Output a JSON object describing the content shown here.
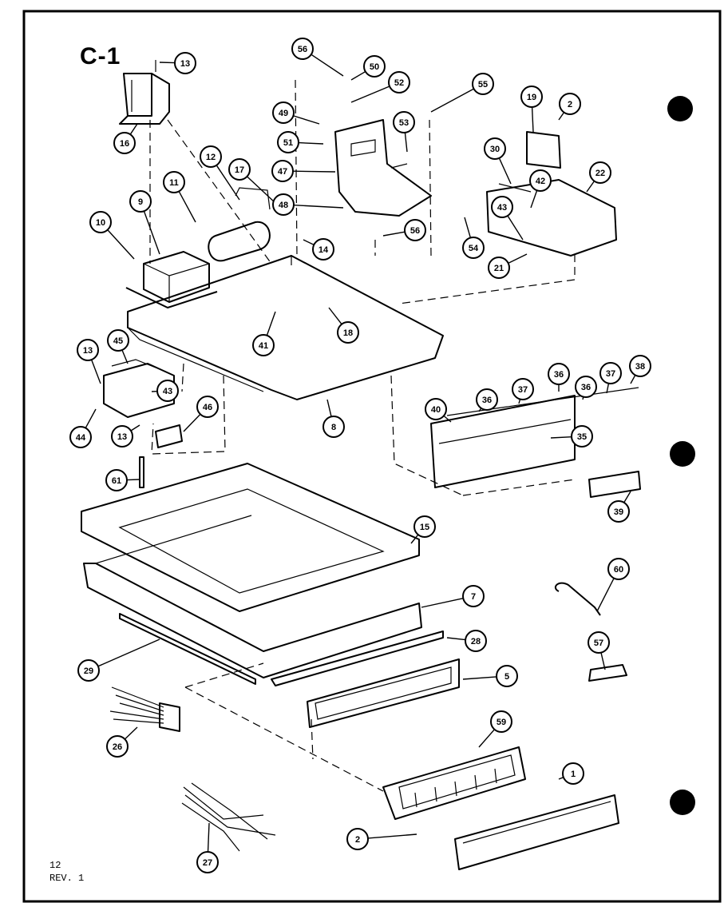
{
  "sheet": {
    "title": "C-1",
    "page_number": "12",
    "revision": "REV. 1"
  },
  "callouts": [
    "1",
    "2",
    "2",
    "5",
    "7",
    "8",
    "9",
    "10",
    "11",
    "12",
    "13",
    "13",
    "13",
    "14",
    "15",
    "16",
    "17",
    "18",
    "19",
    "21",
    "22",
    "26",
    "27",
    "28",
    "29",
    "30",
    "35",
    "36",
    "36",
    "36",
    "37",
    "37",
    "38",
    "39",
    "40",
    "41",
    "42",
    "43",
    "43",
    "44",
    "45",
    "46",
    "47",
    "48",
    "49",
    "50",
    "51",
    "52",
    "53",
    "54",
    "55",
    "56",
    "56",
    "57",
    "59",
    "60",
    "61"
  ]
}
